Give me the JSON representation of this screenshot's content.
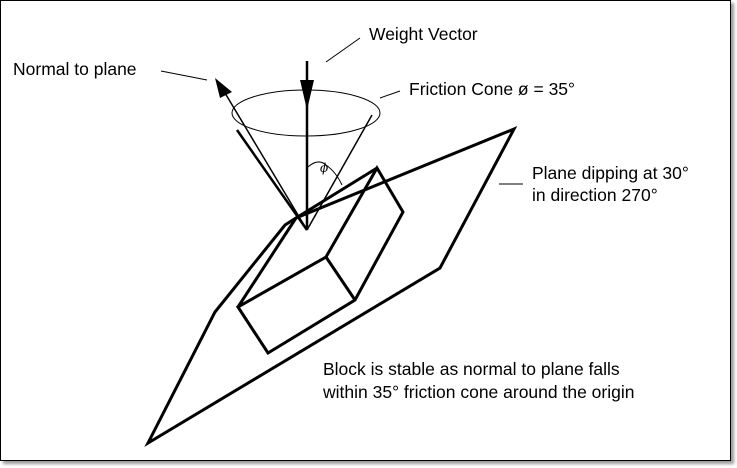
{
  "diagram": {
    "title": "Friction cone stability of a block on an inclined plane",
    "labels": {
      "weight_vector": "Weight Vector",
      "normal_to_plane": "Normal to plane",
      "friction_cone": "Friction Cone  ø = 35°",
      "phi_symbol": "ϕ",
      "plane_line1": "Plane dipping at 30°",
      "plane_line2": "in direction 270°",
      "note_line1": "Block is stable as normal to plane falls",
      "note_line2": "within 35° friction cone around the origin"
    },
    "parameters": {
      "friction_angle_deg": 35,
      "plane_dip_deg": 30,
      "plane_dip_direction_deg": 270
    },
    "colors": {
      "line": "#000000",
      "background": "#ffffff"
    }
  }
}
